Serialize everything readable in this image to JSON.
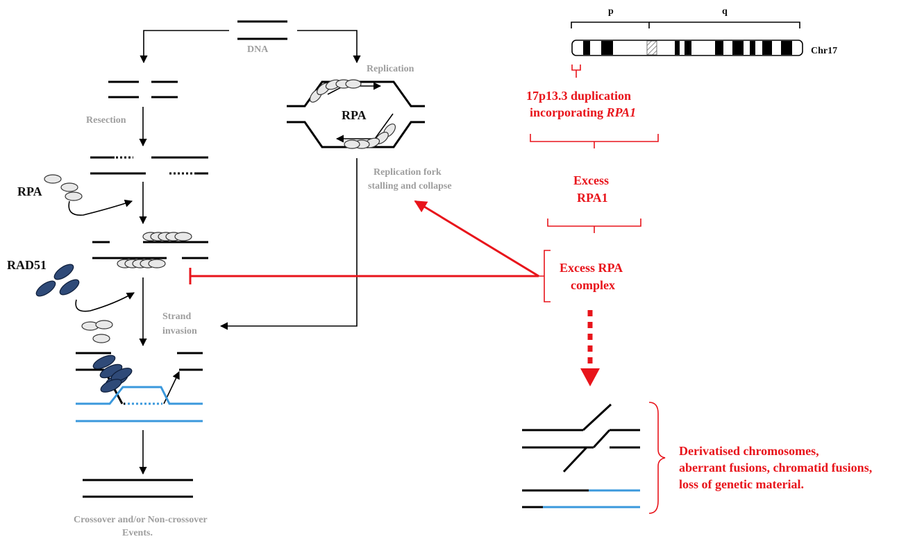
{
  "labels": {
    "dna": "DNA",
    "replication": "Replication",
    "resection": "Resection",
    "rpa_fork": "RPA",
    "rpa_left": "RPA",
    "rad51": "RAD51",
    "fork_stall_1": "Replication fork",
    "fork_stall_2": "stalling and collapse",
    "strand_invasion_1": "Strand",
    "strand_invasion_2": "invasion",
    "outcome_1": "Crossover and/or Non-crossover",
    "outcome_2": "Events."
  },
  "chromosome": {
    "p_label": "p",
    "q_label": "q",
    "name": "Chr17"
  },
  "red_text": {
    "dup_1": "17p13.3 duplication",
    "dup_2_prefix": "incorporating ",
    "dup_2_gene": "RPA1",
    "excess_rpa1_1": "Excess",
    "excess_rpa1_2": "RPA1",
    "excess_complex_1": "Excess RPA",
    "excess_complex_2": "complex",
    "consequence_1": "Derivatised chromosomes,",
    "consequence_2": "aberrant fusions, chromatid fusions,",
    "consequence_3": "loss of genetic material."
  },
  "colors": {
    "red": "#e8141b",
    "gray_text": "#9e9e9e",
    "blue_strand": "#3a98dc",
    "rad51_fill": "#2f4a78",
    "rpa_fill": "#e8e8e8"
  }
}
